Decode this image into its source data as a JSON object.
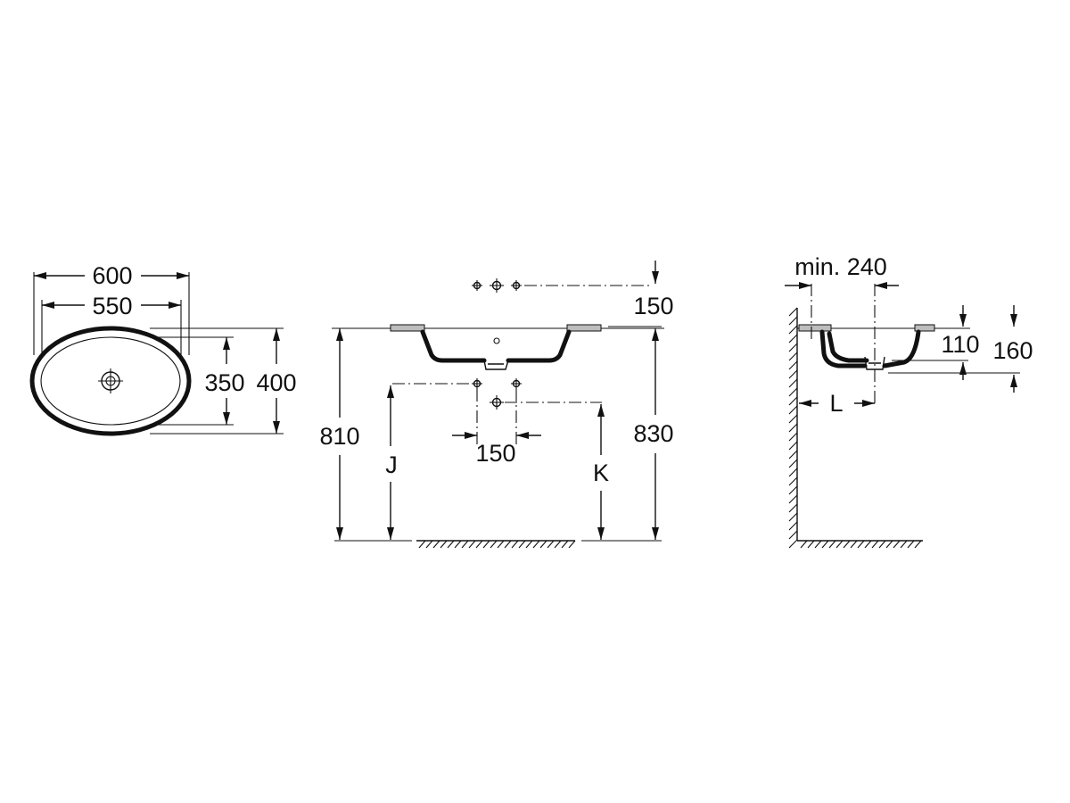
{
  "colors": {
    "line": "#111111",
    "background": "#ffffff",
    "tap_plate": "#bdbdbd"
  },
  "top_view": {
    "outer_width": "600",
    "inner_width": "550",
    "inner_depth": "350",
    "outer_depth": "400"
  },
  "front_view": {
    "tap_height_offset": "150",
    "tap_spacing": "150",
    "height_left": "810",
    "height_right": "830",
    "label_j": "J",
    "label_k": "K"
  },
  "side_view": {
    "min_distance": "min. 240",
    "depth_inner": "110",
    "depth_outer": "160",
    "label_l": "L"
  }
}
